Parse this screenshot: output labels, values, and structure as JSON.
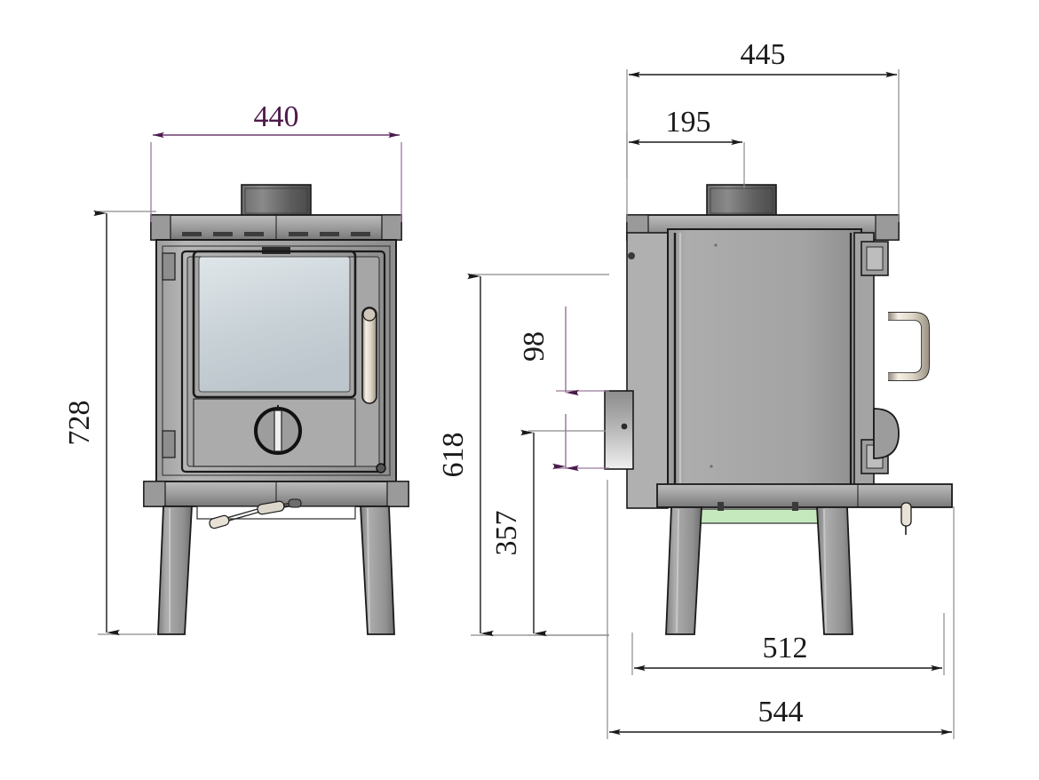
{
  "drawing": {
    "title": "Wood burning stove dimensional drawing",
    "units": "mm",
    "background_color": "#ffffff",
    "line_color_black": "#1a1a1a",
    "line_color_purple": "#6b3b6b",
    "text_color_black": "#1a1a1a",
    "text_color_purple": "#4b1b4b",
    "views": [
      {
        "id": "front",
        "name": "front-elevation"
      },
      {
        "id": "side",
        "name": "side-elevation"
      }
    ]
  },
  "dimensions": {
    "front_width": {
      "value": "440",
      "label": "440",
      "orientation": "horizontal",
      "color": "#4b1b4b",
      "view": "front"
    },
    "front_height": {
      "value": "728",
      "label": "728",
      "orientation": "vertical",
      "color": "#1a1a1a",
      "view": "front"
    },
    "side_top_depth": {
      "value": "445",
      "label": "445",
      "orientation": "horizontal",
      "color": "#1a1a1a",
      "view": "side"
    },
    "flue_offset": {
      "value": "195",
      "label": "195",
      "orientation": "horizontal",
      "color": "#1a1a1a",
      "view": "side"
    },
    "body_height": {
      "value": "618",
      "label": "618",
      "orientation": "vertical",
      "color": "#1a1a1a",
      "view": "side"
    },
    "outlet_height": {
      "value": "357",
      "label": "357",
      "orientation": "vertical",
      "color": "#1a1a1a",
      "view": "side"
    },
    "outlet_diameter": {
      "value": "98",
      "label": "98",
      "orientation": "vertical",
      "color": "#4b1b4b",
      "view": "side"
    },
    "leg_spread": {
      "value": "512",
      "label": "512",
      "orientation": "horizontal",
      "color": "#1a1a1a",
      "view": "side"
    },
    "base_depth": {
      "value": "544",
      "label": "544",
      "orientation": "horizontal",
      "color": "#1a1a1a",
      "view": "side"
    }
  },
  "stove": {
    "brand_plate": "",
    "front_view": {
      "parts": [
        "flue-collar",
        "top-plate",
        "body",
        "door-frame",
        "glass-window",
        "door-handle",
        "air-control-knob",
        "base-plate",
        "leg-left",
        "leg-right",
        "ash-tool"
      ]
    },
    "side_view": {
      "parts": [
        "flue-collar",
        "top-plate",
        "body-side-panel",
        "rear-outlet-stub",
        "door-edge",
        "door-handle",
        "hinge-upper",
        "hinge-lower",
        "air-knob-edge",
        "base-plate",
        "ash-pan",
        "leg-front",
        "leg-rear",
        "riddling-rod"
      ]
    }
  },
  "colors": {
    "body_light": "#a8a8a8",
    "body_mid": "#8f8f8f",
    "body_dark": "#5a5a5a",
    "glass": "#c9d2d6",
    "metal_handle": "#efe8dc",
    "ash_pan_green": "#c6e8bd",
    "outline": "#1a1a1a"
  }
}
